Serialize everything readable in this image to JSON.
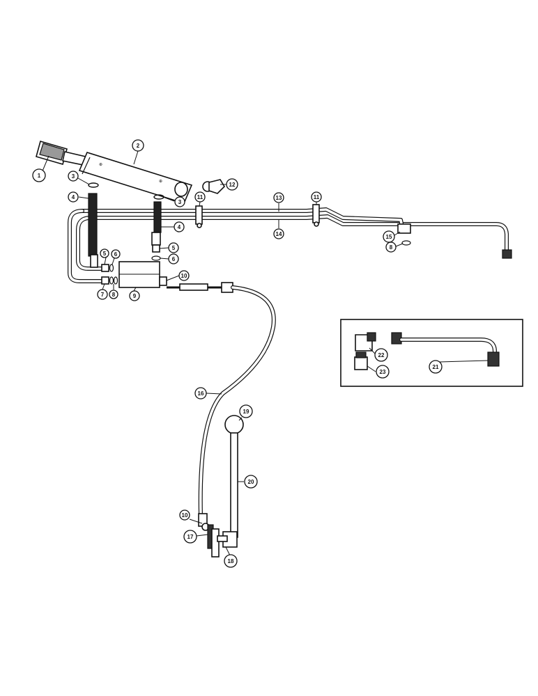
{
  "callouts": [
    {
      "key": "c1",
      "label": "1"
    },
    {
      "key": "c2",
      "label": "2"
    },
    {
      "key": "c3a",
      "label": "3"
    },
    {
      "key": "c3b",
      "label": "3"
    },
    {
      "key": "c4a",
      "label": "4"
    },
    {
      "key": "c4b",
      "label": "4"
    },
    {
      "key": "c5a",
      "label": "5"
    },
    {
      "key": "c5b",
      "label": "5"
    },
    {
      "key": "c6a",
      "label": "6"
    },
    {
      "key": "c6b",
      "label": "6"
    },
    {
      "key": "c7",
      "label": "7"
    },
    {
      "key": "c8a",
      "label": "8"
    },
    {
      "key": "c8b",
      "label": "8"
    },
    {
      "key": "c9",
      "label": "9"
    },
    {
      "key": "c10a",
      "label": "10"
    },
    {
      "key": "c10b",
      "label": "10"
    },
    {
      "key": "c11a",
      "label": "11"
    },
    {
      "key": "c11b",
      "label": "11"
    },
    {
      "key": "c12",
      "label": "12"
    },
    {
      "key": "c13",
      "label": "13"
    },
    {
      "key": "c14",
      "label": "14"
    },
    {
      "key": "c15",
      "label": "15"
    },
    {
      "key": "c16",
      "label": "16"
    },
    {
      "key": "c17",
      "label": "17"
    },
    {
      "key": "c18",
      "label": "18"
    },
    {
      "key": "c19",
      "label": "19"
    },
    {
      "key": "c20",
      "label": "20"
    },
    {
      "key": "c21",
      "label": "21"
    },
    {
      "key": "c22",
      "label": "22"
    },
    {
      "key": "c23",
      "label": "23"
    }
  ]
}
